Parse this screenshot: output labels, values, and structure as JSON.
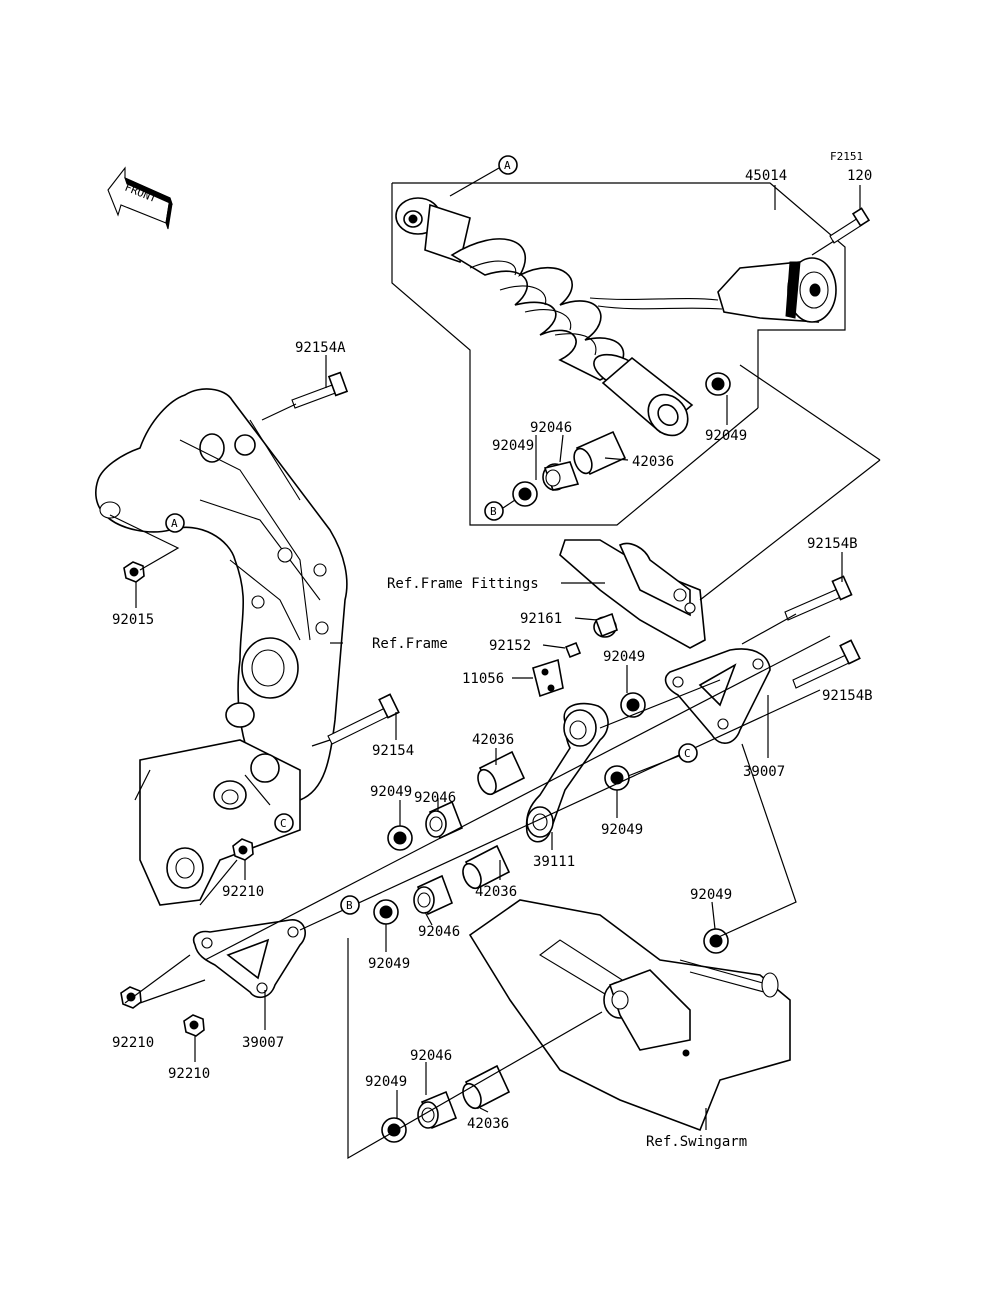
{
  "diagram_code": "F2151",
  "front_label": "FRONT",
  "refs": [
    "A",
    "B",
    "C"
  ],
  "labels": {
    "p120": "120",
    "p45014": "45014",
    "p92154A": "92154A",
    "p92015": "92015",
    "p92046_top": "92046",
    "p92049_top_left": "92049",
    "p92049_top_right": "92049",
    "p42036_top": "42036",
    "p92154B_top": "92154B",
    "p92154B_mid": "92154B",
    "ref_frame_fittings": "Ref.Frame Fittings",
    "ref_frame": "Ref.Frame",
    "p92161": "92161",
    "p92152": "92152",
    "p11056": "11056",
    "p92049_link": "92049",
    "p92154": "92154",
    "p42036_mid": "42036",
    "p92046_mid": "92046",
    "p92049_mid_left": "92049",
    "p39007_right": "39007",
    "p92049_c": "92049",
    "p39111": "39111",
    "p42036_low": "42036",
    "p92210_center": "92210",
    "p92046_low": "92046",
    "p92049_low": "92049",
    "p92049_right_low": "92049",
    "p92210_left": "92210",
    "p39007_left": "39007",
    "p92210_bottom": "92210",
    "p92046_bottom": "92046",
    "p92049_bottom": "92049",
    "p42036_bottom": "42036",
    "ref_swingarm": "Ref.Swingarm"
  }
}
